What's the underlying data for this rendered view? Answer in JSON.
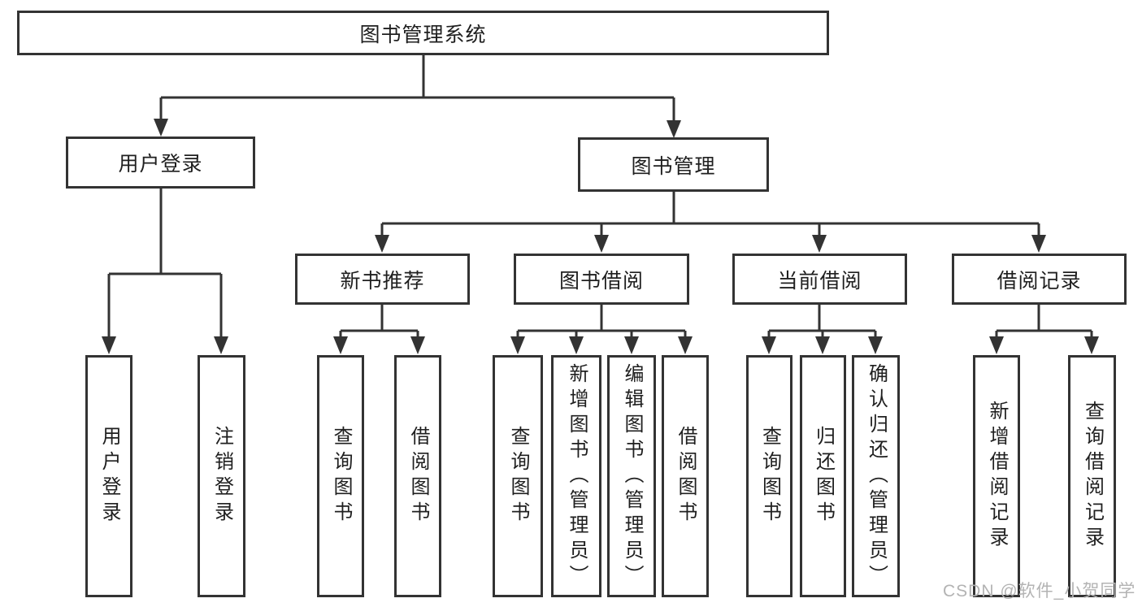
{
  "diagram": {
    "colors": {
      "line": "#333333",
      "text": "#1f1f1f",
      "background": "#ffffff",
      "watermark": "#b3b3b3"
    },
    "tree": {
      "root": {
        "label": "图书管理系统"
      },
      "branches": [
        {
          "label": "用户登录",
          "children": [
            {
              "label": "用户登录"
            },
            {
              "label": "注销登录"
            }
          ]
        },
        {
          "label": "图书管理",
          "children": [
            {
              "label": "新书推荐",
              "children": [
                {
                  "label": "查询图书"
                },
                {
                  "label": "借阅图书"
                }
              ]
            },
            {
              "label": "图书借阅",
              "children": [
                {
                  "label": "查询图书"
                },
                {
                  "label": "新增图书（管理员）"
                },
                {
                  "label": "编辑图书（管理员）"
                },
                {
                  "label": "借阅图书"
                }
              ]
            },
            {
              "label": "当前借阅",
              "children": [
                {
                  "label": "查询图书"
                },
                {
                  "label": "归还图书"
                },
                {
                  "label": "确认归还（管理员）"
                }
              ]
            },
            {
              "label": "借阅记录",
              "children": [
                {
                  "label": "新增借阅记录"
                },
                {
                  "label": "查询借阅记录"
                }
              ]
            }
          ]
        }
      ]
    }
  },
  "watermark": {
    "text": "CSDN @软件_小贺同学"
  }
}
